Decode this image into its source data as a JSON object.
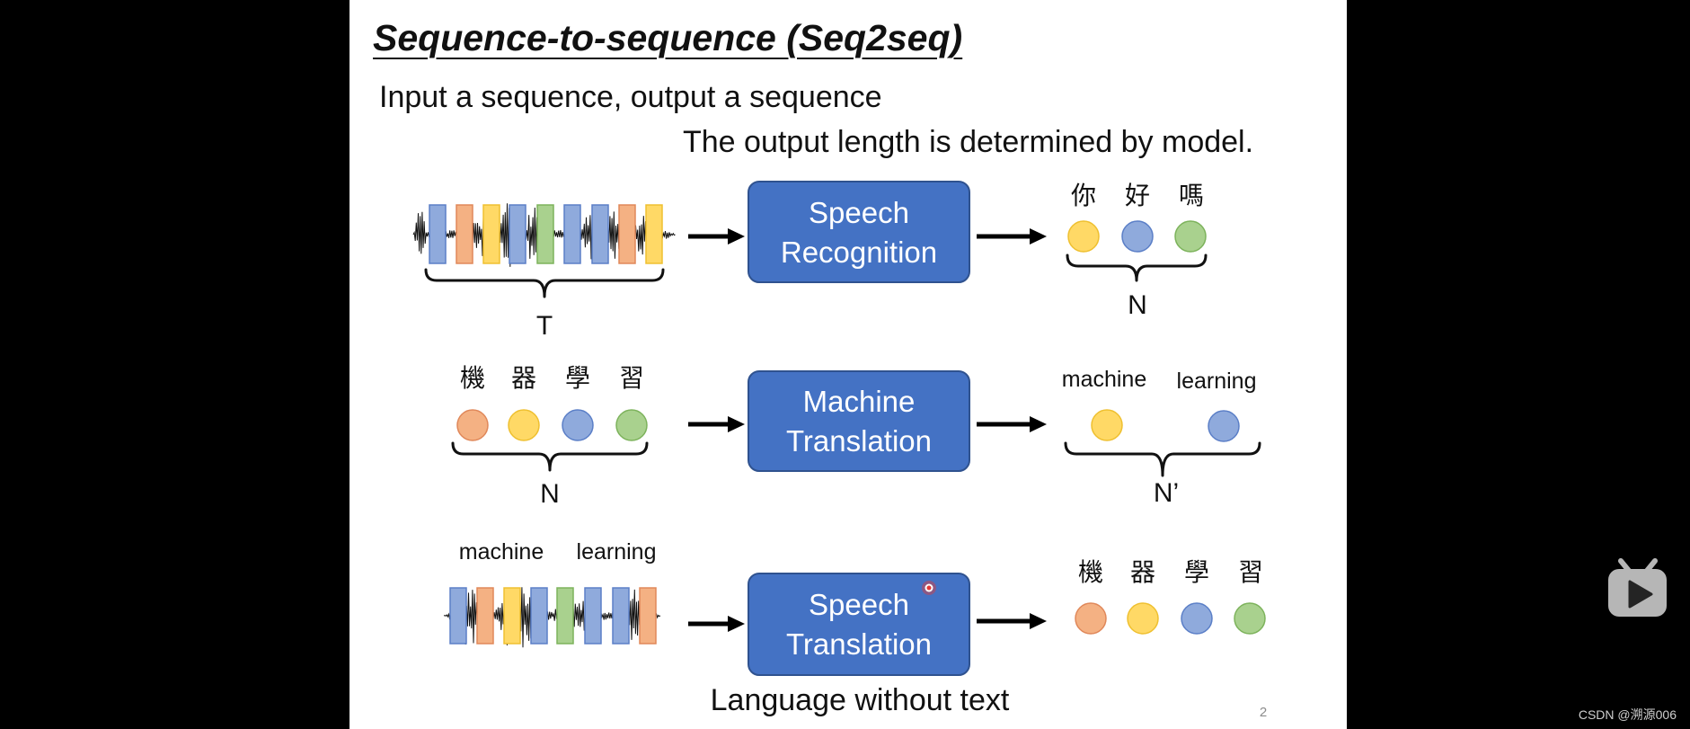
{
  "player": {
    "logo_icon": "bilibili-tv-play-icon",
    "watermark": "CSDN @溯源006"
  },
  "slide": {
    "title": "Sequence-to-sequence (Seq2seq)",
    "subtitle": "Input a sequence, output a sequence",
    "note": "The output length is determined by model.",
    "caption": "Language without text",
    "page_number": "2"
  },
  "palette": {
    "box_fill": "#4472C4",
    "box_border": "#2F528F",
    "cursor": "#E53935",
    "blue": {
      "fill": "#8FAADC",
      "stroke": "#5B7FC7"
    },
    "orange": {
      "fill": "#F4B183",
      "stroke": "#E0885A"
    },
    "yellow": {
      "fill": "#FFD966",
      "stroke": "#EFC030"
    },
    "green": {
      "fill": "#A9D18E",
      "stroke": "#7DB35C"
    }
  },
  "rows": [
    {
      "task": {
        "line1": "Speech",
        "line2": "Recognition"
      },
      "input": {
        "vectors": [
          "blue",
          "orange",
          "yellow",
          "blue",
          "green",
          "blue",
          "blue",
          "orange",
          "yellow"
        ],
        "length_label": "T"
      },
      "output": {
        "tokens": [
          "你",
          "好",
          "嗎"
        ],
        "vectors": [
          "yellow",
          "blue",
          "green"
        ],
        "length_label": "N"
      }
    },
    {
      "task": {
        "line1": "Machine",
        "line2": "Translation"
      },
      "input": {
        "tokens": [
          "機",
          "器",
          "學",
          "習"
        ],
        "vectors": [
          "orange",
          "yellow",
          "blue",
          "green"
        ],
        "length_label": "N"
      },
      "output": {
        "tokens": [
          "machine",
          "learning"
        ],
        "vectors": [
          "yellow",
          "blue"
        ],
        "length_label": "N’"
      }
    },
    {
      "task": {
        "line1": "Speech",
        "line2": "Translation"
      },
      "input": {
        "words": [
          "machine",
          "learning"
        ],
        "vectors": [
          "blue",
          "orange",
          "yellow",
          "blue",
          "green",
          "blue",
          "blue",
          "orange"
        ]
      },
      "output": {
        "tokens": [
          "機",
          "器",
          "學",
          "習"
        ],
        "vectors": [
          "orange",
          "yellow",
          "blue",
          "green"
        ]
      }
    }
  ]
}
